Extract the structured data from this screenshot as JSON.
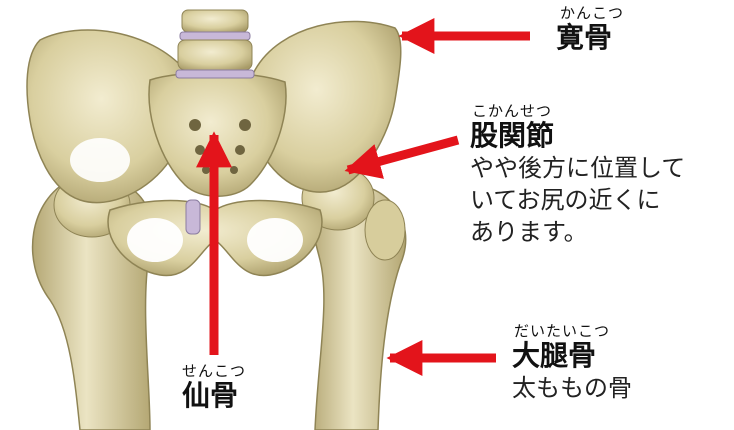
{
  "labels": {
    "ilium": {
      "reading": "かんこつ",
      "term": "寛骨"
    },
    "hip": {
      "reading": "こかんせつ",
      "term": "股関節",
      "note_lines": [
        "やや後方に位置して",
        "いてお尻の近くに",
        "あります。"
      ]
    },
    "femur": {
      "reading": "だいたいこつ",
      "term": "大腿骨",
      "note": "太ももの骨"
    },
    "sacrum": {
      "reading": "せんこつ",
      "term": "仙骨"
    }
  },
  "colors": {
    "arrow": "#e3141b",
    "bone": "#dcd3a8",
    "bone_shadow": "#a89f73",
    "disc": "#c8b8d8"
  }
}
